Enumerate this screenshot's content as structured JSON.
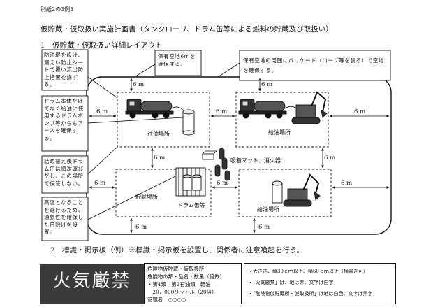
{
  "header": {
    "doc_no": "別紙2の3例3",
    "title": "仮貯蔵・仮取扱い実施計画書（タンクローリ、ドラム缶等による燃料の貯蔵及び取扱い）",
    "section1": "1　仮貯蔵・仮取扱い詳細レイアウト",
    "section2": "2　標識・掲示板（例）※標識・掲示板を設置し、関係者に注意喚起を行う。"
  },
  "notes_left": [
    "防油堤を設け、漏えい防止シートで覆い流出防止措置を講ずる。",
    "ドラム本体だけでなく給油に使用するドラムポンプ等からもアースを確保する。",
    "詰め替え後ドラム缶は順次運びだし、この場所で保管しない。",
    "高温となることを避けるため、通気性を確保した日除けを設置。"
  ],
  "notes_top": [
    "保有空地6ｍを確保する。",
    "保有空地の周囲にバリケード（ロープ等を張る）で空地を確保する。"
  ],
  "areas": {
    "refuel_1": "注油場所",
    "refuel_2": "給油場所",
    "refuel_3": "給油場所",
    "storage": "貯蔵場所",
    "drums": "ドラム缶等",
    "equipment": "吸着マット、消火器"
  },
  "distance_label": "6 m",
  "sign": {
    "text": "火気厳禁",
    "info_lines": [
      "危険物仮貯蔵・仮取扱所",
      "危険物の類・品名・数量（倍数）",
      "・第4類　第2石油類　軽油",
      "　20，000リットル（20倍）",
      "管理者　○○○○"
    ],
    "notes": [
      "・大きさ、縦30ｃｍ以上、幅60ｃｍ以上（横書き可）",
      "・「火気厳禁」は、地は赤、文字は白字",
      "・「危険物仮貯蔵所・仮取扱所」は地は白色、文字は黒字"
    ]
  }
}
